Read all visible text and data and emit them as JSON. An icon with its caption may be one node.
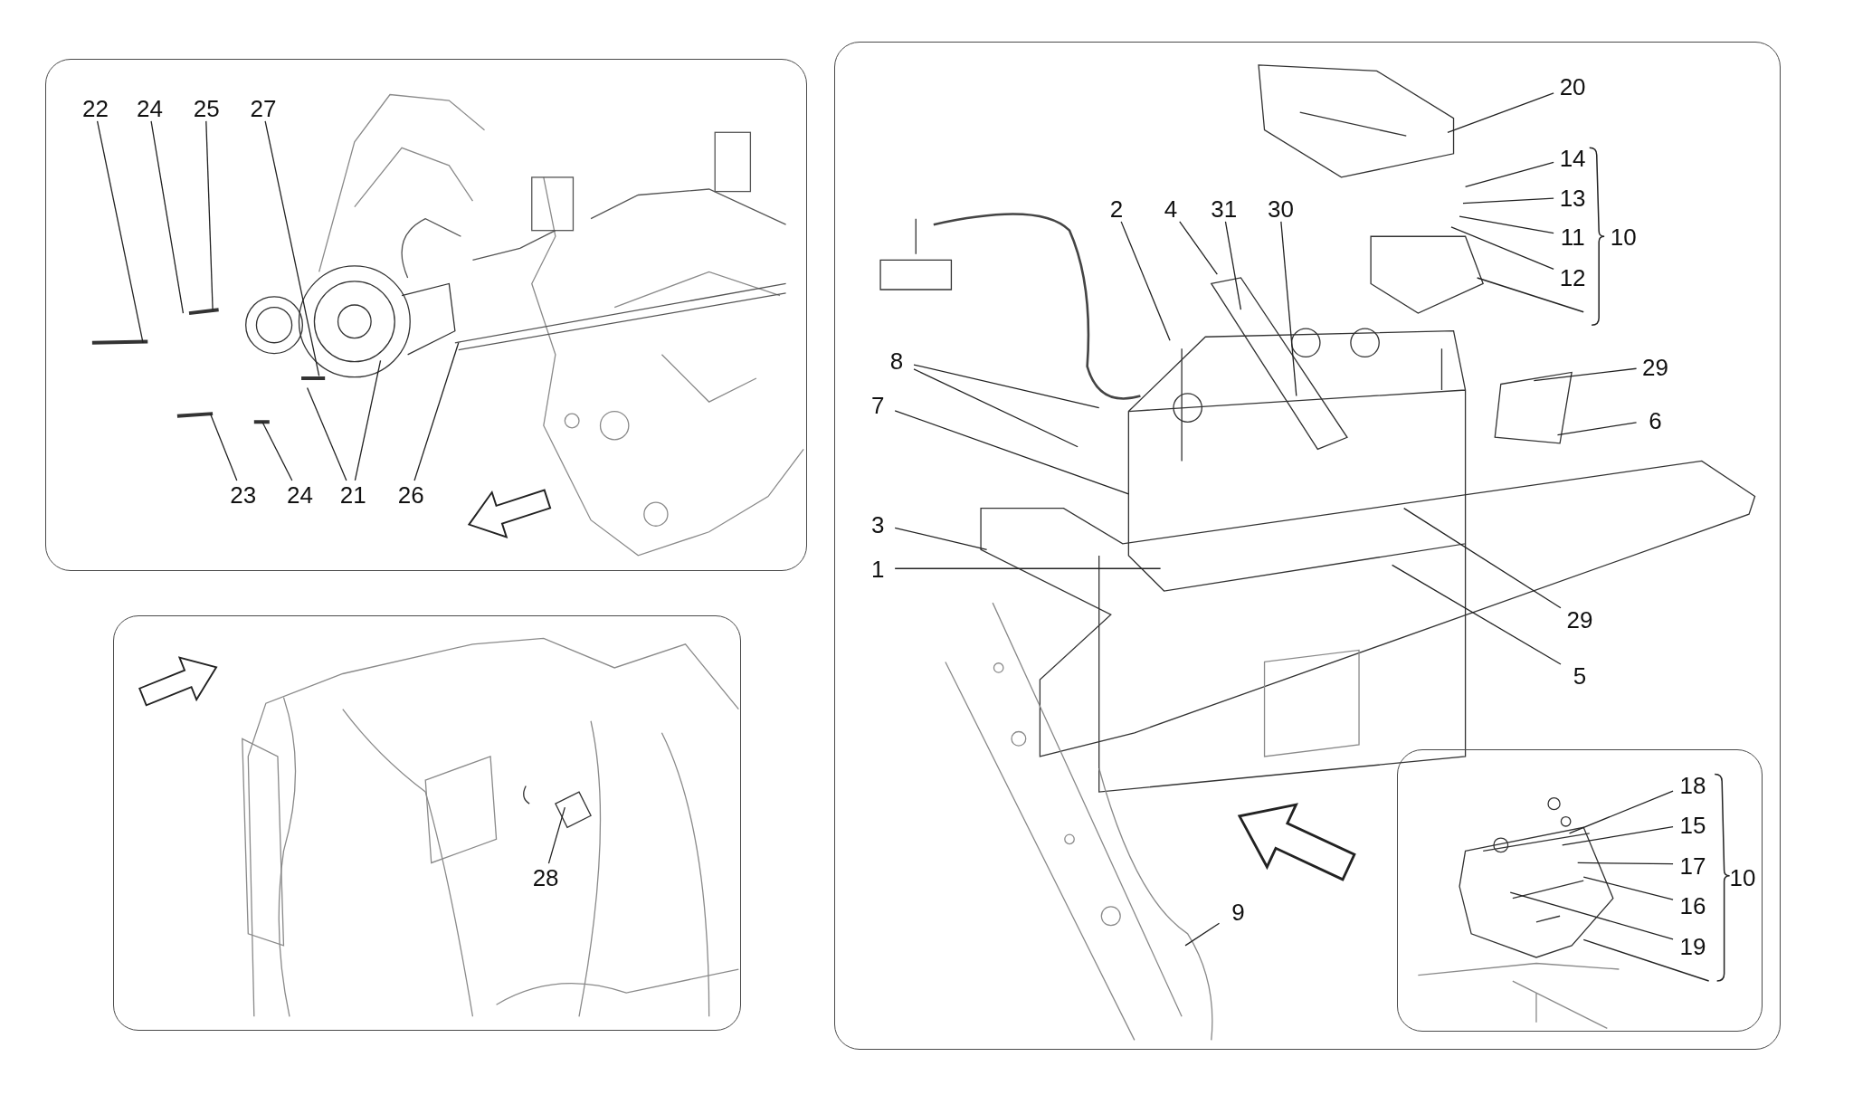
{
  "diagram": {
    "nodes": [
      {
        "text": [],
        "shape": "box"
      },
      {
        "text": [
          "22"
        ],
        "in": 0
      },
      {
        "text": [
          "24"
        ],
        "in": 0
      },
      {
        "text": [
          "25"
        ],
        "in": 0
      },
      {
        "text": [
          "27"
        ],
        "in": 0
      },
      {
        "text": [
          "23"
        ],
        "in": 0
      },
      {
        "text": [
          "24"
        ],
        "in": 0
      },
      {
        "text": [
          "21"
        ],
        "in": 0
      },
      {
        "text": [
          "26"
        ],
        "in": 0
      },
      {
        "text": [],
        "shape": "box"
      },
      {
        "text": [
          "28"
        ],
        "in": 9
      },
      {
        "text": [],
        "shape": "box"
      },
      {
        "text": [
          "20"
        ],
        "in": 11
      },
      {
        "text": [
          "14"
        ],
        "in": 11
      },
      {
        "text": [
          "13"
        ],
        "in": 11
      },
      {
        "text": [
          "11"
        ],
        "in": 11
      },
      {
        "text": [
          "10"
        ],
        "in": 11
      },
      {
        "text": [
          "12"
        ],
        "in": 11
      },
      {
        "text": [
          "2"
        ],
        "in": 11
      },
      {
        "text": [
          "4"
        ],
        "in": 11
      },
      {
        "text": [
          "31"
        ],
        "in": 11
      },
      {
        "text": [
          "30"
        ],
        "in": 11
      },
      {
        "text": [
          "29"
        ],
        "in": 11
      },
      {
        "text": [
          "8"
        ],
        "in": 11
      },
      {
        "text": [
          "6"
        ],
        "in": 11
      },
      {
        "text": [
          "7"
        ],
        "in": 11
      },
      {
        "text": [
          "3"
        ],
        "in": 11
      },
      {
        "text": [
          "1"
        ],
        "in": 11
      },
      {
        "text": [
          "29"
        ],
        "in": 11
      },
      {
        "text": [
          "5"
        ],
        "in": 11
      },
      {
        "text": [
          "9"
        ],
        "in": 11
      },
      {
        "text": [],
        "shape": "box",
        "in": 11
      },
      {
        "text": [
          "18"
        ],
        "in": 31
      },
      {
        "text": [
          "15"
        ],
        "in": 31
      },
      {
        "text": [
          "17"
        ],
        "in": 31
      },
      {
        "text": [
          "10"
        ],
        "in": 31
      },
      {
        "text": [
          "16"
        ],
        "in": 31
      },
      {
        "text": [
          "19"
        ],
        "in": 31
      }
    ],
    "edges": [
      {
        "from": 1,
        "to": null,
        "arrow": "none"
      },
      {
        "from": 2,
        "to": null,
        "arrow": "none"
      },
      {
        "from": 3,
        "to": null,
        "arrow": "none"
      },
      {
        "from": 4,
        "to": null,
        "arrow": "none"
      },
      {
        "from": 5,
        "to": null,
        "arrow": "none"
      },
      {
        "from": 6,
        "to": null,
        "arrow": "none"
      },
      {
        "from": 7,
        "to": null,
        "arrow": "none"
      },
      {
        "from": 7,
        "to": null,
        "arrow": "none"
      },
      {
        "from": 8,
        "to": null,
        "arrow": "none"
      },
      {
        "from": 10,
        "to": null,
        "arrow": "none"
      },
      {
        "from": 12,
        "to": null,
        "arrow": "none"
      },
      {
        "from": 13,
        "to": null,
        "arrow": "none"
      },
      {
        "from": 14,
        "to": null,
        "arrow": "none"
      },
      {
        "from": 15,
        "to": null,
        "arrow": "none"
      },
      {
        "from": 17,
        "to": null,
        "arrow": "none"
      },
      {
        "from": 18,
        "to": null,
        "arrow": "none"
      },
      {
        "from": 19,
        "to": null,
        "arrow": "none"
      },
      {
        "from": 20,
        "to": null,
        "arrow": "none"
      },
      {
        "from": 21,
        "to": null,
        "arrow": "none"
      },
      {
        "from": 22,
        "to": null,
        "arrow": "none"
      },
      {
        "from": 23,
        "to": null,
        "arrow": "none"
      },
      {
        "from": 23,
        "to": null,
        "arrow": "none"
      },
      {
        "from": 24,
        "to": null,
        "arrow": "none"
      },
      {
        "from": 25,
        "to": null,
        "arrow": "none"
      },
      {
        "from": 26,
        "to": null,
        "arrow": "none"
      },
      {
        "from": 27,
        "to": null,
        "arrow": "none"
      },
      {
        "from": 28,
        "to": null,
        "arrow": "none"
      },
      {
        "from": 29,
        "to": null,
        "arrow": "none"
      },
      {
        "from": 30,
        "to": null,
        "arrow": "none"
      },
      {
        "from": 32,
        "to": null,
        "arrow": "none"
      },
      {
        "from": 33,
        "to": null,
        "arrow": "none"
      },
      {
        "from": 34,
        "to": null,
        "arrow": "none"
      },
      {
        "from": 36,
        "to": null,
        "arrow": "none"
      },
      {
        "from": 37,
        "to": null,
        "arrow": "none"
      }
    ]
  }
}
